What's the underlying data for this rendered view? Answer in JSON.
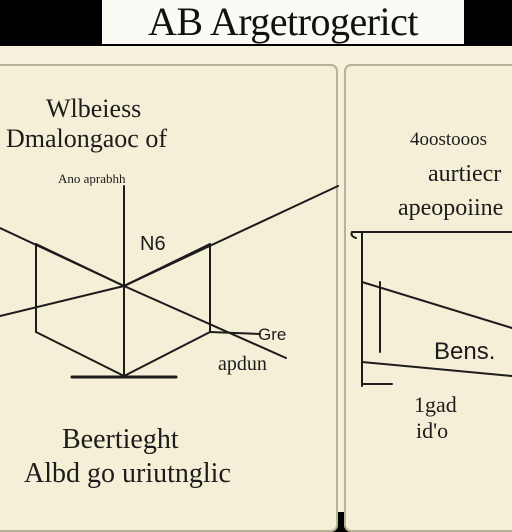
{
  "title": "AB Argetrogerict",
  "left_panel": {
    "heading_line1": "Wlbeiess",
    "heading_line2": "Dmalongaoc of",
    "caption_small": "Ano aprabhh",
    "label_center": "N6",
    "label_right_upper": "Gre",
    "label_right_lower": "apdun",
    "footer_line1": "Beertieght",
    "footer_line2": "Albd go uriutnglic"
  },
  "right_panel": {
    "heading_line1": "4oostooos",
    "heading_line2": "aurtiecr",
    "heading_line3": "apeopoiine",
    "label_box": "Bens.",
    "label_bottom1": "1gad",
    "label_bottom2": "id'o"
  },
  "colors": {
    "background": "#f6f1da",
    "panel_fill": "#f4efd6",
    "panel_border": "#b8b298",
    "ink": "#1c1c1c",
    "title_bar": "#000000",
    "title_box": "#fbfaf5"
  }
}
